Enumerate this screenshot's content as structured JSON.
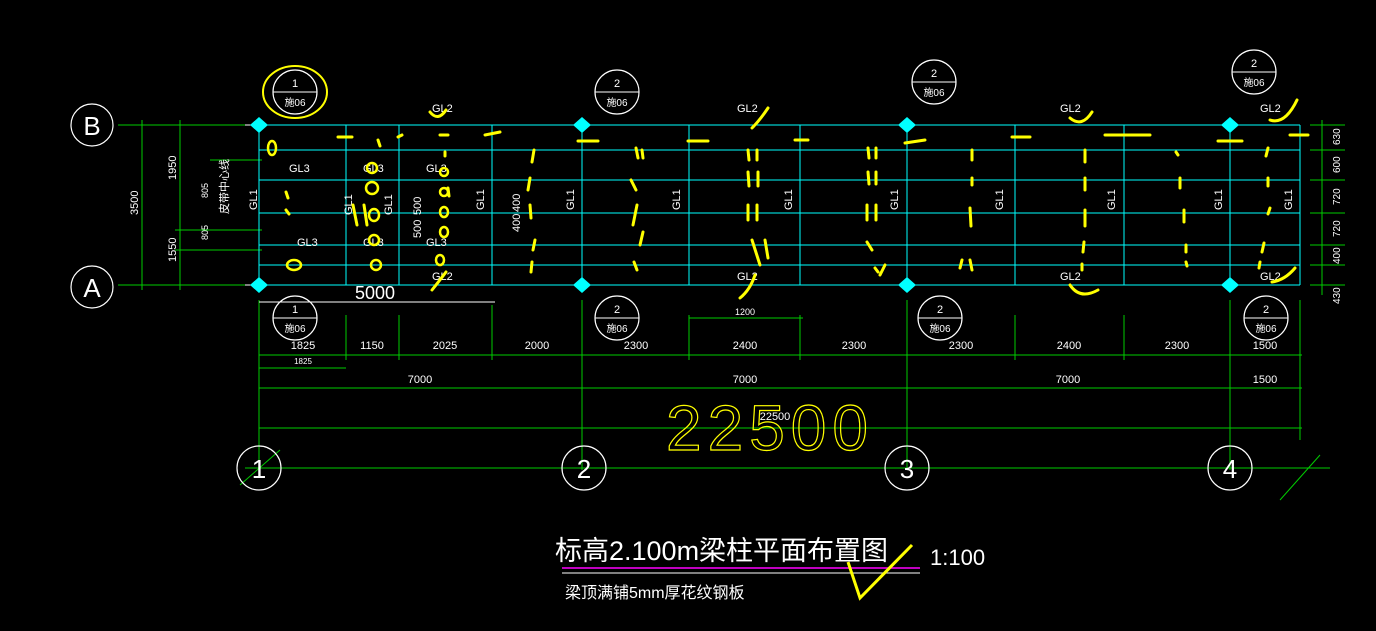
{
  "drawing": {
    "title": "标高2.100m梁柱平面布置图",
    "scale": "1:100",
    "note": "梁顶满铺5mm厚花纹钢板",
    "overall_dim": "22500",
    "overall_dim_small": "22500"
  },
  "grid_rows": [
    {
      "label": "B"
    },
    {
      "label": "A"
    }
  ],
  "grid_cols": [
    {
      "label": "1"
    },
    {
      "label": "2"
    },
    {
      "label": "3"
    },
    {
      "label": "4"
    }
  ],
  "section_marks": [
    {
      "num": "1",
      "sub": "施06"
    },
    {
      "num": "2",
      "sub": "施06"
    },
    {
      "num": "2",
      "sub": "施06"
    },
    {
      "num": "2",
      "sub": "施06"
    },
    {
      "num": "1",
      "sub": "施06"
    },
    {
      "num": "2",
      "sub": "施06"
    },
    {
      "num": "2",
      "sub": "施06"
    },
    {
      "num": "2",
      "sub": "施06"
    }
  ],
  "dims_row1": [
    "1825",
    "1150",
    "2025",
    "2000",
    "2300",
    "2400",
    "2300",
    "2300",
    "2400",
    "2300",
    "1500"
  ],
  "dims_row2": [
    "7000",
    "7000",
    "7000",
    "1500"
  ],
  "dim_1200": "1200",
  "dim_1825_small": "1825",
  "dim_5000": "5000",
  "left_dims": {
    "total": "3500",
    "upper": "1950",
    "lower": "1550",
    "a": "805",
    "b": "805",
    "c": "500"
  },
  "right_dims": [
    "630",
    "600",
    "720",
    "720",
    "400",
    "430"
  ],
  "beam_labels": {
    "gl1": "GL1",
    "gl2": "GL2",
    "gl3": "GL3"
  },
  "misc_text": {
    "vertical_note": "皮带中心线",
    "d400": "400",
    "d500": "500"
  },
  "colors": {
    "background": "#000000",
    "grid": "#00ff00",
    "beam": "#00ffff",
    "text": "#ffffff",
    "dim": "#ffff00",
    "markup": "#ffff00",
    "underline": "#ff00ff"
  }
}
